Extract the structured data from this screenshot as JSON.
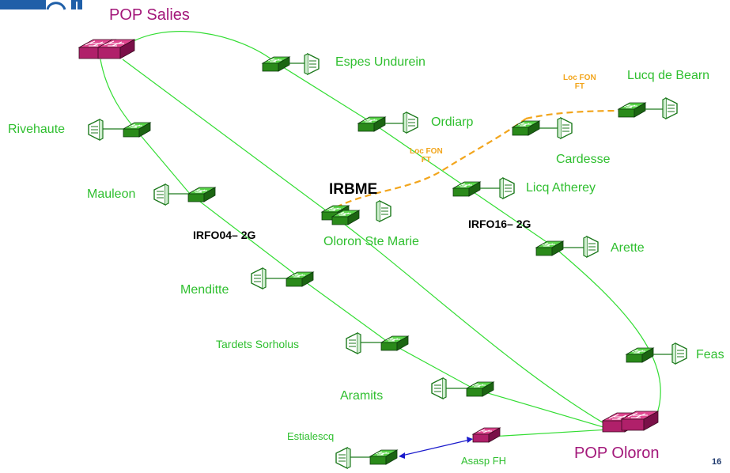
{
  "pops": {
    "salies": "POP Salies",
    "oloron": "POP Oloron"
  },
  "sites": {
    "espes": "Espes Undurein",
    "ordiarp": "Ordiarp",
    "lucq": "Lucq de Bearn",
    "rivehaute": "Rivehaute",
    "cardesse": "Cardesse",
    "mauleon": "Mauleon",
    "licq": "Licq Atherey",
    "oloron_ste_marie": "Oloron Ste Marie",
    "arette": "Arette",
    "menditte": "Menditte",
    "tardets": "Tardets Sorholus",
    "feas": "Feas",
    "aramits": "Aramits",
    "estialescq": "Estialescq",
    "asasp": "Asasp FH"
  },
  "ring_labels": {
    "irfo04": "IRFO04– 2G",
    "irfo16": "IRFO16– 2G",
    "irbme": "IRBME"
  },
  "fiber_labels": {
    "lucq_line1": "Loc FON",
    "lucq_line2": "FT",
    "mid_line1": "Loc FON",
    "mid_line2": "FT"
  },
  "page_number": "16",
  "colors": {
    "ring": "#33dd33",
    "fiber_leased": "#f2a51c",
    "radio_link": "#1a1acc",
    "pop_switch": "#b0206a",
    "switch": "#2a8a1a"
  }
}
